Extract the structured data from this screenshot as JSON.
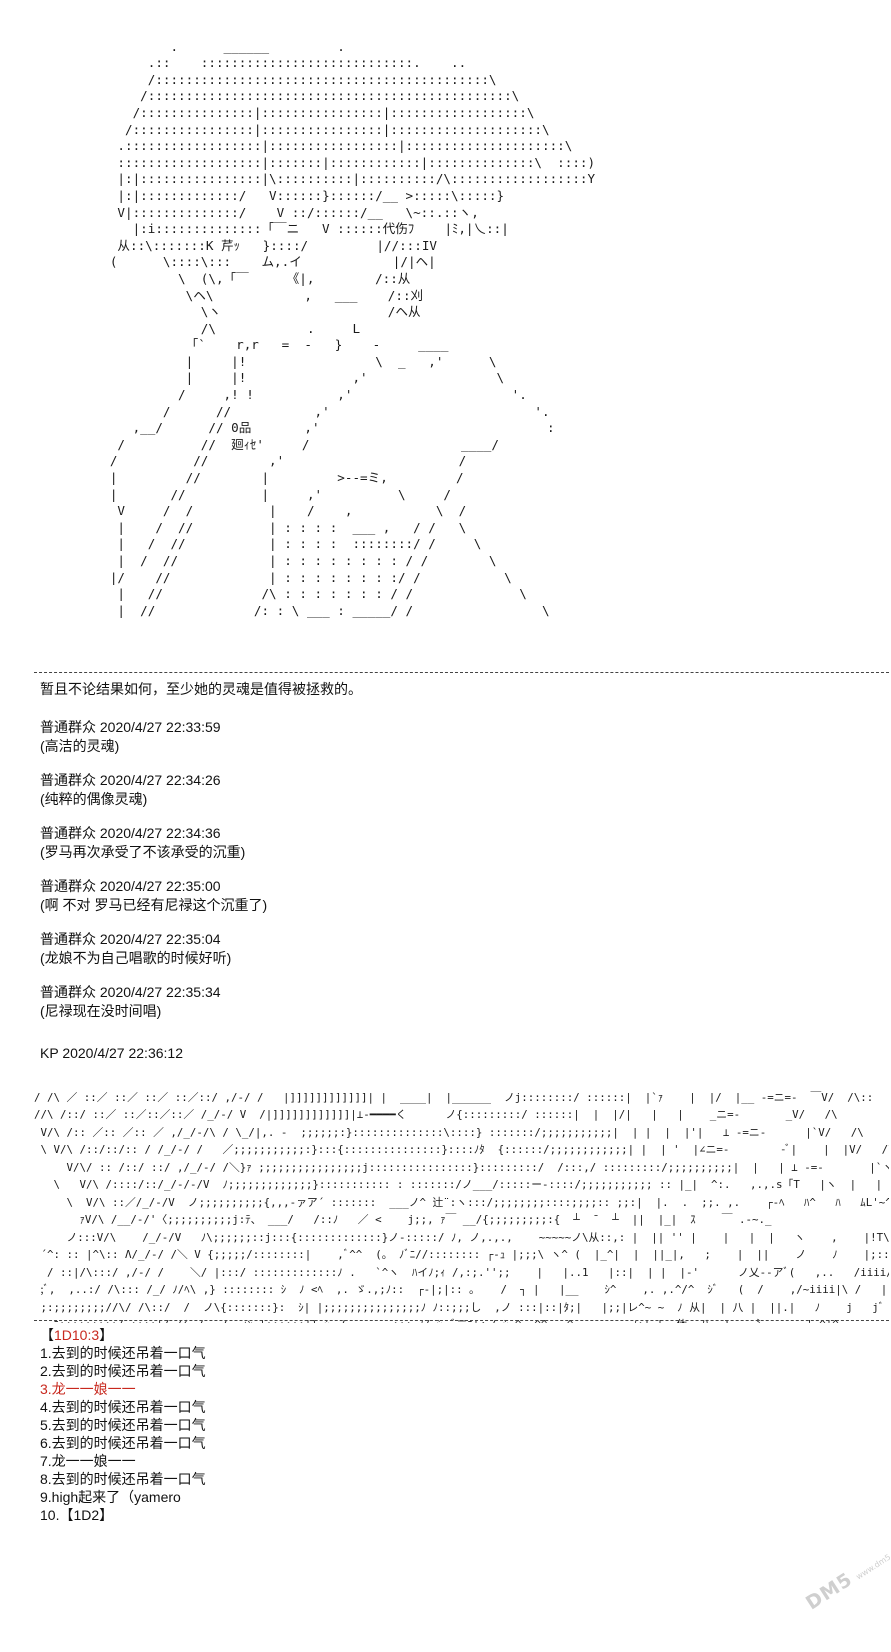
{
  "art": {
    "top": "                  .      ______         .\n               .::    ::::::::::::::::::::::::::::.    ..\n               /::::::::::::::::::::::::::::::::::::::::::::\\\n              /::::::::::::::::::::::::::::::::::::::::::::::::\\\n             /:::::::::::::::|::::::::::::::::|::::::::::::::::::\\\n            /::::::::::::::::|::::::::::::::::|::::::::::::::::::::\\\n           .::::::::::::::::::|:::::::::::::::::|:::::::::::::::::::::\\\n           :::::::::::::::::::|:::::::|::::::::::::|::::::::::::::\\  ::::)\n           |:|::::::::::::::::|\\::::::::::|::::::::::/\\::::::::::::::::::Y\n           |:|:::::::::::::/   V::::::}::::::/__ >:::::\\:::::}\n           V|::::::::::::::/    V ::/::::::/__   \\~::.::ヽ,\n             |:i::::::::::::::「￣ニ   V ::::::代伤ﾌ    |ﾐ,|乀::|\n           从::\\:::::::K 芹ｯ   }::::/         |//:::IV\n          (      \\::::\\:::    ム,.イ            |/|ヘ|\n                   \\  (\\,「￣     《|,        /::从\n                    \\ヘ\\            ,   ___    /::刈\n                      \\ヽ                      /ヘ从\n                      /\\            .     L\n                    「`    r,r   =  -   }    -     ____\n                    |     |!                 \\  _   ,'      \\\n                    |     |!              ,'                 \\\n                   /     ,! !           ,'                     '.\n                 /      //           ,'                           '.\n             ,__/      // 0品       ,'                              :\n           /          //  廻ｨｾ'     /                    ____/\n          /          //        ,'                       /\n          |         //        |         >--=ミ,         /\n          |       //          |     ,'          \\     /\n           V     /  /          |    /    ,           \\  /\n           |    /  //          | : : : :  ___ ,   / /   \\\n           |   /  //           | : : : :  ::::::::/ /     \\\n           |  /  //            | : : : : : : : : / /        \\\n          |/    //             | : : : : : : : :/ /           \\\n           |   //             /\\ : : : : : : : / /              \\\n           |  //             /: : \\ ___ : _____/ /                 \\",
    "bottom": "/ /\\ ／ ::／ ::／ ::／ ::／::/ ,/-/ /   |]]]]]]]]]]]]| |  ____|  |______  ノj::::::::/ ::::::|  |`ｧ    |  |/  |__ -=ニ=-  ￣V/  /\\::\n//\\ /::/ ::／ ::／::／::／ /_/-/ V  /|]]]]]]]]]]]]|⊥-━━━━く      ノ{:::::::::/ ::::::|  |  |/|   |   |    _ニ=-       _V/   /\\ \n V/\\ /:: ／:: ／:: ／ ,/_/-/\\ / \\_/|,. -  ;;;;;;:}::::::::::::::\\::::} :::::::/;;;;;;;;;;;|  | |  |  |'|   ⊥ -=ニ-      |`V/   /\\\n \\ V/\\ /::/::/:: / /_/-/ /   ／;;;;;;;;;;;:}:::{:::::::::::::::}::::ﾉﾀ  {::::::/;;;;;;;;;;;;| |  | '  |∠ニ=-        -ﾞ|    |  |V/   /\\\n     V/\\/ :: /::/ ::/ ,/_/-/ /＼}ｧ ;;;;;;;;;;;;;;;;j::::::::::::::::}:::::::::/  /:::,/ :::::::::/;;;;;;;;;;|  |   | ⊥ -=-       |`ヽ    |  |_|V^'~~ V\n   \\   V/\\ /::::/::/_/-/-/V  ﾉ;;;;;;;;;;;;;}::::::::::: : :::::::/ノ___/:::::ー-::::/;;;;;;;;;;; :: |_|  ^:.   ,.,.s「T   |ヽ  |   | ||_|/ ^ ~'~~>.,\n     \\  V/\\ ::／/_/-/V  ノ;;;;;;;;;;{,,,-ァア´ :::::::  ___ノ^ 辻¨:ヽ:::/;;;;;;;;::::;;;;:: ;;:|  |.  .  ;;. ,.    ┌-ﾍ   ﾊ^   ﾊ   ﾑL'~^~ >_\n       ｧV/\\ /__/-/'〈;;;;;;;;;;j:ﾃ、 ___/   /::ﾉ   ／ <    j;;, ｧ￣ __/{;;;;;;;;;:{  ┴  ̄   ┴  ||  |_|  ｽ    ￣ .-~._\n     ノ:::V/\\    /_/-/V   ﾉ\\;;;;;;::j:::{:::::::::::::}ノ-:::::/ ﾉ, ノ,.,.,    ~~~~~ノ\\从::,: |  || '' |    |   |  |   ヽ    ,    |!T\\    ＼  ,ﾉ^\n ´^: :: |^\\:: Λ/_/-/ /＼ V {;;;;;/::::::::|    ,ﾞ^^  (。 ﾉﾞﾆ//:::::::: ┌-ｭ |;;;\\ ヽ^ (  |_^|  |  ||_|,   ;    |  ||    ノ    ﾉ    |;:::イ爪 ￣广\n  / ::|/\\:::/ ,/-/ /    ＼/ |:::/ :::::::::::::ﾉ .   `^ヽ  ﾊイﾉ;ｨ /,:;.'';;    |   |..1   |::|  | |  |-'      ノ乂-‐アﾞ(   ,..   /iiii/ﾉ::iiiii| |ﾉ\n ;ﾞ,  ,..:/ /\\::: /_/ ﾉ/ﾍ\\ ,} :::::::: ｼ  ﾉ <ﾍ  ,. ゞ.,;ﾉ::  ┌-|;|:: ｡    /  ┐ |   |__    ｼ^    ,. ,.^/^  ｼﾞ   (  /    ,/~iiii|\\ /   ||\n ;:;;;;;;;;//\\/ /\\::/  /  ノ\\{:::::::}:  ｼ| |;;;;;;;;;;;;;;;ﾉ ﾉ::;;;し  ,ノ :::|::|ﾀ;|   |;;|レ^~ ~  ﾉ 从|  | 八 |  ||.|   ﾉ    j   jﾞ ｼ~^~~ ,ﾉ八 iii   | /   (iiiii)\n  ,ﾆ;;;;;;;;;/ ;:;;|/ /ｲ ノ  ノ  ｨﾝ |::::::|} ｼ ノ       ::: ﾉ/ ｼ  ﾞ二ﾆ'ヽ/ ｼ~^~~^^ ,.^~~ ~ ~ ~ ﾉ:| |  休  八  }   〝  ,,   '~^'^      ~\n     ~``'~<~''~  ＝ .   _. ~ '   ジ    <^‐ヽ ｜ ;;;ﾐ;ﾍ__シ^  /ﾉ ￣ﾍ   ｼ ~^^ ﾉノ     ﾉ'~ ￣   ［:;ﾞ ﾉ八  レ    ﾉ,ﾊ/    从     从j 穴V  { : } ｼ\n   ,-~  ,,-~^ー  ニ,‐---~ - ~-~-. .  ~`~   ｼ ~~;;;ﾐヽﾉ      ~^~~ ﾐﾞ ｼ,,,-~^   ｼャｼ  ~^ ~ ~ ~^'´      ~    ~  ~~从ﾉ  ﾉ  ~^~ｼ 川  ﾉﾉﾉ  ﾉ ~\n ~^'  ~^~ ,.: : : ｼ~'~^~ ~^~~-. . ~ ~ ｼ~^~^ｼ~ ~ ＝ﾐｼ^ ~ ﾐ,^~^ｼ~~^ ~~ ｼ ~~ ~ ｼ~~ ﾉ  ｼﾆ~~ ~  ｼﾊ ~~^~~   ,     ｼ   ｼﾞ  ﾉ   ｼ\n —―~     —ー彡―ﾆ=- .     `‐‐-=-‐ニ―  --‐~‐-く^~\\ ~ ~  ___彡'^~~^ ~~~~~ ~ ~ ~^^ ~~~ー~-―    _ﾉ从'ﾆ^ ~  ﾉ彡'^~^ ~~'~ ~'~^~'~\n     '  ~~`    メ~^ー  . . : :  ―――-‐く^  ―‐―-‐‐__ ~ ﾐ,;;;'ー‐   ﾐ      ~'~'ニ~=‐ーニ―~^ シ~~ ____ ,.. : :       ﾆﾆ~‐-ﾆ=‐―ﾆ   ﾐ   __~  ^~ ~"
  },
  "narration": "暂且不论结果如何，至少她的灵魂是值得被拯救的。",
  "comments": [
    {
      "header": "普通群众 2020/4/27 22:33:59",
      "body": "(高洁的灵魂)"
    },
    {
      "header": "普通群众 2020/4/27 22:34:26",
      "body": "(纯粹的偶像灵魂)"
    },
    {
      "header": "普通群众 2020/4/27 22:34:36",
      "body": "(罗马再次承受了不该承受的沉重)"
    },
    {
      "header": "普通群众 2020/4/27 22:35:00",
      "body": "(啊 不对 罗马已经有尼禄这个沉重了)"
    },
    {
      "header": "普通群众 2020/4/27 22:35:04",
      "body": "(龙娘不为自己唱歌的时候好听)"
    },
    {
      "header": "普通群众 2020/4/27 22:35:34",
      "body": "(尼禄现在没时间唱)"
    }
  ],
  "kp_header": "KP 2020/4/27 22:36:12",
  "roll": {
    "open_bracket": "【",
    "result": "1D10:3",
    "close_bracket": "】",
    "items": [
      {
        "text": "1.去到的时候还吊着一口气",
        "highlight": false
      },
      {
        "text": "2.去到的时候还吊着一口气",
        "highlight": false
      },
      {
        "text": "3.龙一一娘一一",
        "highlight": true
      },
      {
        "text": "4.去到的时候还吊着一口气",
        "highlight": false
      },
      {
        "text": "5.去到的时候还吊着一口气",
        "highlight": false
      },
      {
        "text": "6.去到的时候还吊着一口气",
        "highlight": false
      },
      {
        "text": "7.龙一一娘一一",
        "highlight": false
      },
      {
        "text": "8.去到的时候还吊着一口气",
        "highlight": false
      },
      {
        "text": "9.high起来了（yamero",
        "highlight": false
      },
      {
        "text": "10.【1D2】",
        "highlight": false
      }
    ]
  },
  "watermark": {
    "main": "DM5",
    "sub": "www.dm5.com"
  },
  "colors": {
    "text": "#111111",
    "highlight": "#c8281e",
    "watermark": "#cfcfcf"
  }
}
